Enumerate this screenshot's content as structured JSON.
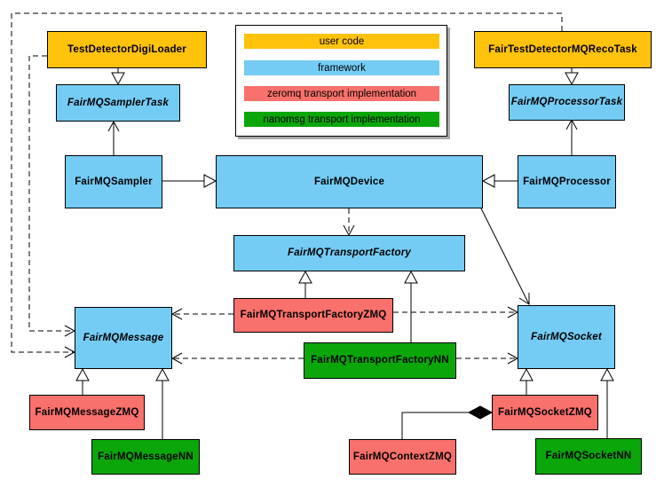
{
  "diagram": {
    "kind": "uml-class-diagram",
    "colors": {
      "user_code": "#ffc20d",
      "framework": "#74ccf4",
      "zeromq": "#f9716c",
      "nanomsg": "#0aa60a"
    },
    "legend": {
      "items": [
        {
          "label": "user code",
          "category": "user_code"
        },
        {
          "label": "framework",
          "category": "framework"
        },
        {
          "label": "zeromq transport implementation",
          "category": "zeromq"
        },
        {
          "label": "nanomsg transport implementation",
          "category": "nanomsg"
        }
      ]
    },
    "nodes": [
      {
        "label": "TestDetectorDigiLoader",
        "category": "user_code",
        "abstract": false
      },
      {
        "label": "FairTestDetectorMQRecoTask",
        "category": "user_code",
        "abstract": false
      },
      {
        "label": "FairMQSamplerTask",
        "category": "framework",
        "abstract": true
      },
      {
        "label": "FairMQProcessorTask",
        "category": "framework",
        "abstract": true
      },
      {
        "label": "FairMQSampler",
        "category": "framework",
        "abstract": false
      },
      {
        "label": "FairMQDevice",
        "category": "framework",
        "abstract": false
      },
      {
        "label": "FairMQProcessor",
        "category": "framework",
        "abstract": false
      },
      {
        "label": "FairMQTransportFactory",
        "category": "framework",
        "abstract": true
      },
      {
        "label": "FairMQTransportFactoryZMQ",
        "category": "zeromq",
        "abstract": false
      },
      {
        "label": "FairMQTransportFactoryNN",
        "category": "nanomsg",
        "abstract": false
      },
      {
        "label": "FairMQMessage",
        "category": "framework",
        "abstract": true
      },
      {
        "label": "FairMQSocket",
        "category": "framework",
        "abstract": true
      },
      {
        "label": "FairMQMessageZMQ",
        "category": "zeromq",
        "abstract": false
      },
      {
        "label": "FairMQMessageNN",
        "category": "nanomsg",
        "abstract": false
      },
      {
        "label": "FairMQSocketZMQ",
        "category": "zeromq",
        "abstract": false
      },
      {
        "label": "FairMQContextZMQ",
        "category": "zeromq",
        "abstract": false
      },
      {
        "label": "FairMQSocketNN",
        "category": "nanomsg",
        "abstract": false
      }
    ],
    "edges": [
      {
        "from": "TestDetectorDigiLoader",
        "to": "FairMQSamplerTask",
        "type": "inheritance"
      },
      {
        "from": "FairTestDetectorMQRecoTask",
        "to": "FairMQProcessorTask",
        "type": "inheritance"
      },
      {
        "from": "FairMQSampler",
        "to": "FairMQSamplerTask",
        "type": "association"
      },
      {
        "from": "FairMQProcessor",
        "to": "FairMQProcessorTask",
        "type": "association"
      },
      {
        "from": "FairMQSampler",
        "to": "FairMQDevice",
        "type": "inheritance"
      },
      {
        "from": "FairMQProcessor",
        "to": "FairMQDevice",
        "type": "inheritance"
      },
      {
        "from": "FairMQDevice",
        "to": "FairMQTransportFactory",
        "type": "dependency-dashed"
      },
      {
        "from": "FairMQDevice",
        "to": "FairMQSocket",
        "type": "association"
      },
      {
        "from": "TestDetectorDigiLoader",
        "to": "FairMQMessage",
        "type": "dependency-dashed"
      },
      {
        "from": "FairTestDetectorMQRecoTask",
        "to": "FairMQMessage",
        "type": "dependency-dashed"
      },
      {
        "from": "FairMQTransportFactoryZMQ",
        "to": "FairMQTransportFactory",
        "type": "inheritance"
      },
      {
        "from": "FairMQTransportFactoryNN",
        "to": "FairMQTransportFactory",
        "type": "inheritance"
      },
      {
        "from": "FairMQTransportFactoryZMQ",
        "to": "FairMQMessage",
        "type": "dependency-dashed"
      },
      {
        "from": "FairMQTransportFactoryZMQ",
        "to": "FairMQSocket",
        "type": "dependency-dashed"
      },
      {
        "from": "FairMQTransportFactoryNN",
        "to": "FairMQMessage",
        "type": "dependency-dashed"
      },
      {
        "from": "FairMQTransportFactoryNN",
        "to": "FairMQSocket",
        "type": "dependency-dashed"
      },
      {
        "from": "FairMQMessageZMQ",
        "to": "FairMQMessage",
        "type": "inheritance"
      },
      {
        "from": "FairMQMessageNN",
        "to": "FairMQMessage",
        "type": "inheritance"
      },
      {
        "from": "FairMQSocketZMQ",
        "to": "FairMQSocket",
        "type": "inheritance"
      },
      {
        "from": "FairMQSocketNN",
        "to": "FairMQSocket",
        "type": "inheritance"
      },
      {
        "from": "FairMQContextZMQ",
        "to": "FairMQSocketZMQ",
        "type": "composition"
      }
    ]
  }
}
